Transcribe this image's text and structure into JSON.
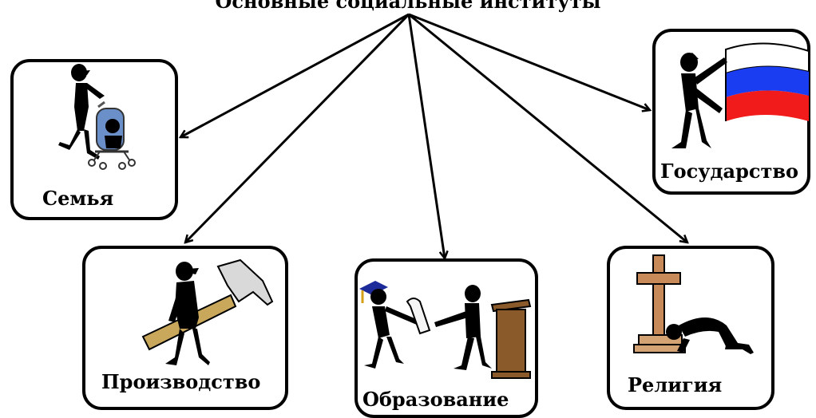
{
  "diagram": {
    "title": "Основные социальные институты",
    "institutions": [
      {
        "label": "Семья",
        "icon": "family-stroller-icon"
      },
      {
        "label": "Производство",
        "icon": "worker-hammer-icon"
      },
      {
        "label": "Образование",
        "icon": "graduation-diploma-icon"
      },
      {
        "label": "Религия",
        "icon": "religion-cross-prayer-icon"
      },
      {
        "label": "Государство",
        "icon": "state-flag-icon"
      }
    ],
    "colors": {
      "stroke": "#000000",
      "flag_white": "#ffffff",
      "flag_blue": "#1b3df2",
      "flag_red": "#f21b1b",
      "stroller": "#6b8fc8",
      "hammer_handle": "#c9a85c",
      "hammer_head": "#d9d9d9",
      "lectern": "#8b5a2b",
      "cross": "#c98a5a",
      "cap": "#1d2b9a"
    }
  }
}
